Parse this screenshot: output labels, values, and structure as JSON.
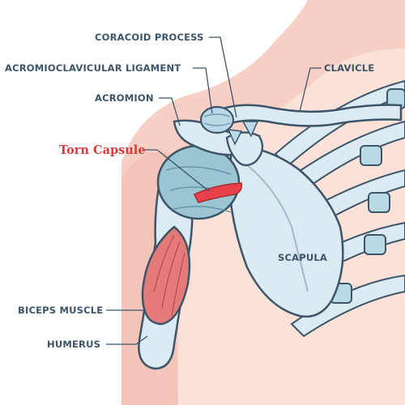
{
  "labels": {
    "coracoid_process": "CORACOID PROCESS",
    "acromioclavicular_ligament": "ACROMIOCLAVICULAR LIGAMENT",
    "clavicle": "CLAVICLE",
    "acromion": "ACROMION",
    "torn_capsule": "Torn Capsule",
    "scapula": "SCAPULA",
    "biceps_muscle": "BICEPS MUSCLE",
    "humerus": "HUMERUS"
  },
  "colors": {
    "skin_outer": "#f7cfc4",
    "skin_inner": "#fbe2d9",
    "bone": "#dbeaf3",
    "bone_outline": "#3d5568",
    "cartilage": "#b9d9e6",
    "capsule": "#9bc5d3",
    "muscle": "#e57b78",
    "tear": "#e9414a",
    "label_text": "#3d5568",
    "label_highlight": "#d63a3d"
  }
}
